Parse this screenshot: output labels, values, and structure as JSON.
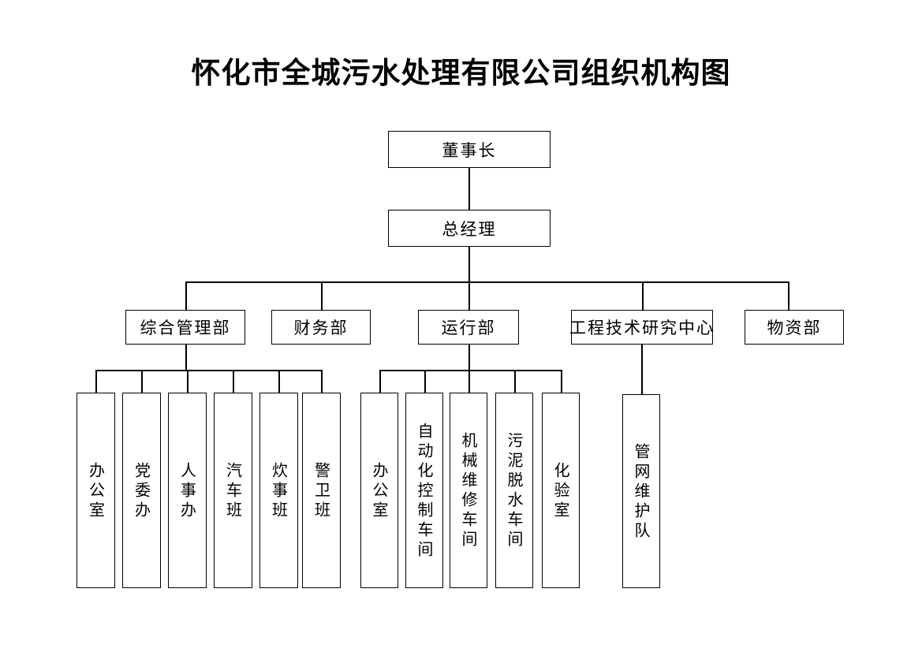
{
  "document": {
    "title": "怀化市全城污水处理有限公司组织机构图",
    "type": "organization-chart",
    "background_color": "#ffffff",
    "line_color": "#000000",
    "text_color": "#000000"
  },
  "chart_data": {
    "type": "org-chart",
    "title": "怀化市全城污水处理有限公司组织机构图",
    "levels": 4,
    "nodes": {
      "chairman": {
        "label": "董事长",
        "level": 1,
        "orientation": "horizontal"
      },
      "general_manager": {
        "label": "总经理",
        "level": 2,
        "orientation": "horizontal"
      },
      "departments": [
        {
          "id": "dept-comprehensive",
          "label": "综合管理部",
          "level": 3,
          "orientation": "horizontal"
        },
        {
          "id": "dept-finance",
          "label": "财务部",
          "level": 3,
          "orientation": "horizontal"
        },
        {
          "id": "dept-operations",
          "label": "运行部",
          "level": 3,
          "orientation": "horizontal"
        },
        {
          "id": "dept-engineering",
          "label": "工程技术研究中心",
          "level": 3,
          "orientation": "horizontal"
        },
        {
          "id": "dept-materials",
          "label": "物资部",
          "level": 3,
          "orientation": "horizontal"
        }
      ],
      "units_comprehensive": [
        {
          "id": "unit-office-1",
          "label": "办公室",
          "level": 4,
          "orientation": "vertical",
          "parent": "综合管理部"
        },
        {
          "id": "unit-party-office",
          "label": "党委办",
          "level": 4,
          "orientation": "vertical",
          "parent": "综合管理部"
        },
        {
          "id": "unit-hr-office",
          "label": "人事办",
          "level": 4,
          "orientation": "vertical",
          "parent": "综合管理部"
        },
        {
          "id": "unit-vehicle-team",
          "label": "汽车班",
          "level": 4,
          "orientation": "vertical",
          "parent": "综合管理部"
        },
        {
          "id": "unit-catering-team",
          "label": "炊事班",
          "level": 4,
          "orientation": "vertical",
          "parent": "综合管理部"
        },
        {
          "id": "unit-guard-team",
          "label": "警卫班",
          "level": 4,
          "orientation": "vertical",
          "parent": "综合管理部"
        }
      ],
      "units_operations": [
        {
          "id": "unit-office-2",
          "label": "办公室",
          "level": 4,
          "orientation": "vertical",
          "parent": "运行部"
        },
        {
          "id": "unit-automation-workshop",
          "label": "自动化控制车间",
          "level": 4,
          "orientation": "vertical",
          "parent": "运行部"
        },
        {
          "id": "unit-mechanical-workshop",
          "label": "机械维修车间",
          "level": 4,
          "orientation": "vertical",
          "parent": "运行部"
        },
        {
          "id": "unit-sludge-workshop",
          "label": "污泥脱水车间",
          "level": 4,
          "orientation": "vertical",
          "parent": "运行部"
        },
        {
          "id": "unit-lab",
          "label": "化验室",
          "level": 4,
          "orientation": "vertical",
          "parent": "运行部"
        }
      ],
      "units_engineering": [
        {
          "id": "unit-pipe-network-team",
          "label": "管网维护队",
          "level": 4,
          "orientation": "vertical",
          "parent": "工程技术研究中心"
        }
      ]
    },
    "edges": [
      {
        "from": "董事长",
        "to": "总经理"
      },
      {
        "from": "总经理",
        "to": "综合管理部"
      },
      {
        "from": "总经理",
        "to": "财务部"
      },
      {
        "from": "总经理",
        "to": "运行部"
      },
      {
        "from": "总经理",
        "to": "工程技术研究中心"
      },
      {
        "from": "总经理",
        "to": "物资部"
      },
      {
        "from": "综合管理部",
        "to": "办公室"
      },
      {
        "from": "综合管理部",
        "to": "党委办"
      },
      {
        "from": "综合管理部",
        "to": "人事办"
      },
      {
        "from": "综合管理部",
        "to": "汽车班"
      },
      {
        "from": "综合管理部",
        "to": "炊事班"
      },
      {
        "from": "综合管理部",
        "to": "警卫班"
      },
      {
        "from": "运行部",
        "to": "办公室"
      },
      {
        "from": "运行部",
        "to": "自动化控制车间"
      },
      {
        "from": "运行部",
        "to": "机械维修车间"
      },
      {
        "from": "运行部",
        "to": "污泥脱水车间"
      },
      {
        "from": "运行部",
        "to": "化验室"
      },
      {
        "from": "工程技术研究中心",
        "to": "管网维护队"
      }
    ]
  }
}
